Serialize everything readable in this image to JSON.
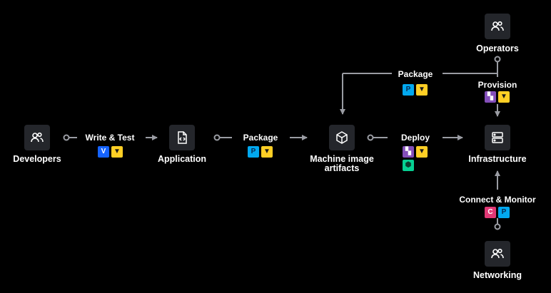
{
  "nodes": {
    "developers": "Developers",
    "application": "Application",
    "artifacts_line1": "Machine image",
    "artifacts_line2": "artifacts",
    "infrastructure": "Infrastructure",
    "operators": "Operators",
    "networking": "Networking"
  },
  "steps": {
    "write_test": "Write & Test",
    "package_1": "Package",
    "deploy": "Deploy",
    "package_2": "Package",
    "provision": "Provision",
    "connect_monitor": "Connect & Monitor"
  },
  "icons": {
    "people": "people-icon",
    "file_code": "file-code-icon",
    "cube": "cube-icon",
    "server": "server-icon",
    "vault": "vault-logo-icon",
    "vagrant": "vagrant-logo-icon",
    "packer": "packer-logo-icon",
    "terraform": "terraform-logo-icon",
    "nomad": "nomad-logo-icon",
    "consul": "consul-logo-icon"
  },
  "colors": {
    "background": "#000000",
    "node": "#24262b",
    "connector": "#9a9ca3",
    "vault": "#1563ff",
    "vagrant": "#ffcf25",
    "packer": "#02a8ef",
    "terraform": "#844fba",
    "nomad": "#06d092",
    "consul": "#e03875"
  }
}
